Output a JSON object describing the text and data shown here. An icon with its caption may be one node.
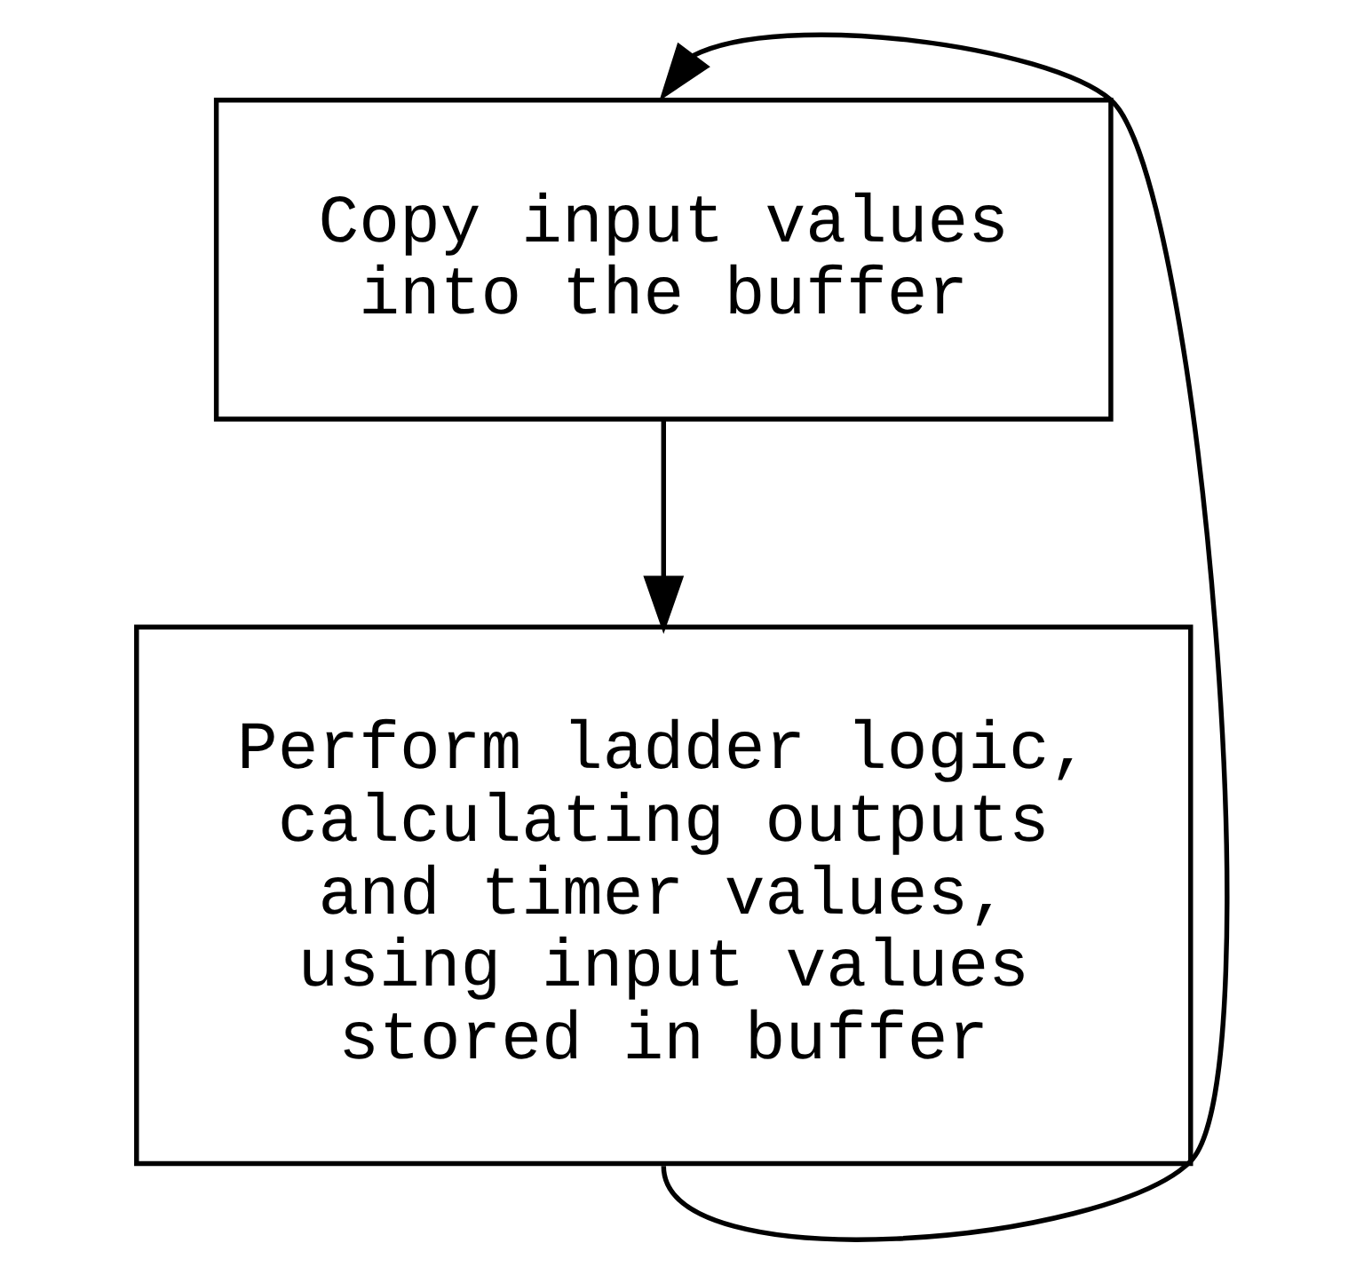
{
  "diagram": {
    "nodes": [
      {
        "text": [
          "Copy input values into the buffer"
        ]
      },
      {
        "text": [
          "Perform ladder logic, calculating outputs and timer values, using input values stored in buffer"
        ]
      }
    ],
    "edges": [
      {
        "from": 0,
        "to": 1,
        "arrow": "to"
      },
      {
        "from": 1,
        "to": 0,
        "arrow": "to"
      }
    ]
  }
}
